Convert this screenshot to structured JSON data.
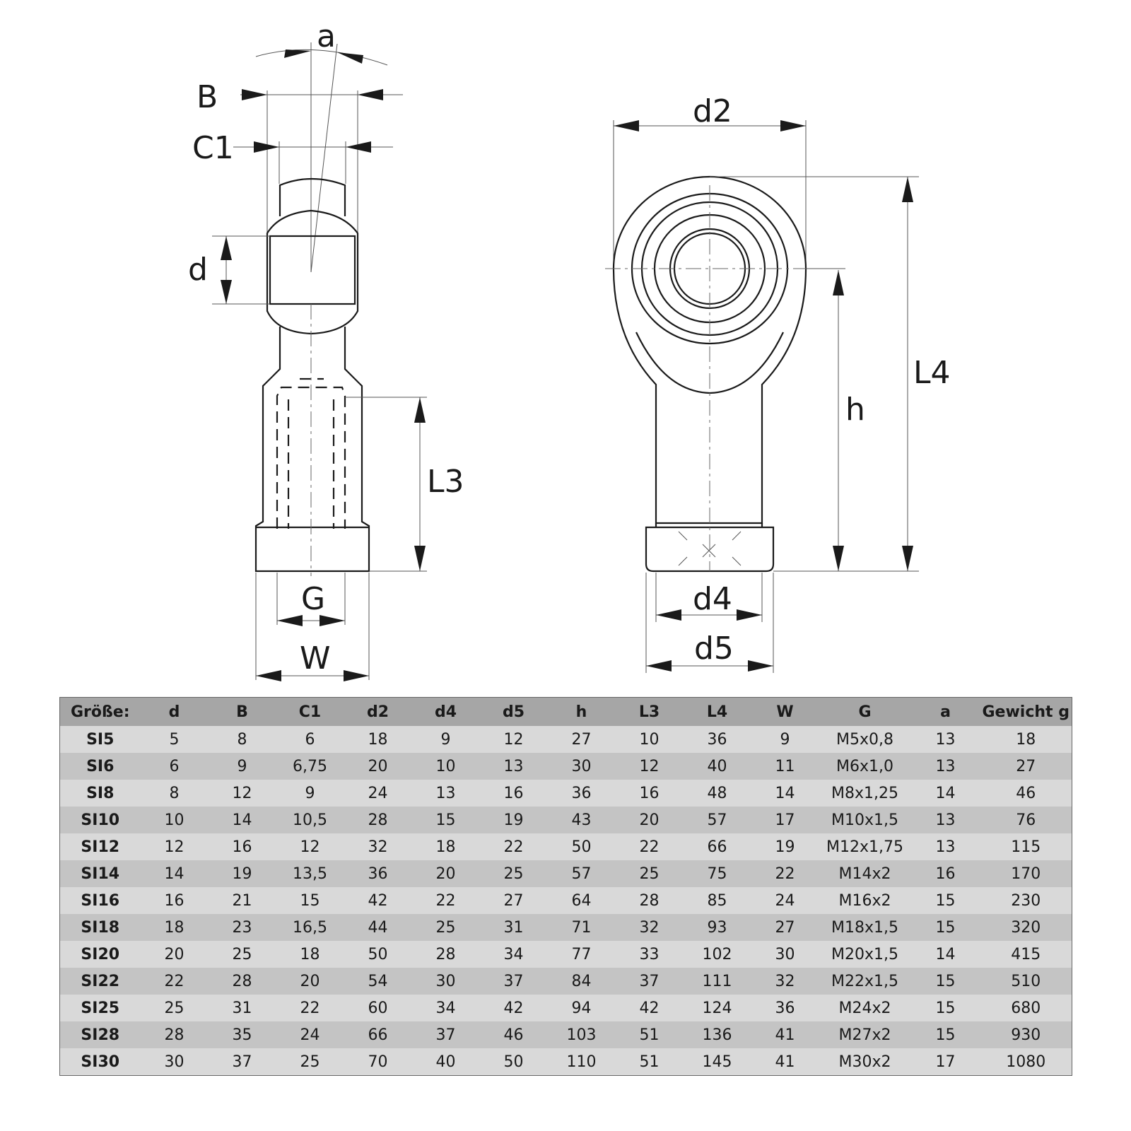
{
  "drawing": {
    "labels": {
      "a": "a",
      "B": "B",
      "C1": "C1",
      "d": "d",
      "L3": "L3",
      "G": "G",
      "W": "W",
      "d2": "d2",
      "h": "h",
      "L4": "L4",
      "d4": "d4",
      "d5": "d5"
    }
  },
  "table": {
    "headers": [
      "Größe:",
      "d",
      "B",
      "C1",
      "d2",
      "d4",
      "d5",
      "h",
      "L3",
      "L4",
      "W",
      "G",
      "a",
      "Gewicht g"
    ],
    "rows": [
      [
        "SI5",
        "5",
        "8",
        "6",
        "18",
        "9",
        "12",
        "27",
        "10",
        "36",
        "9",
        "M5x0,8",
        "13",
        "18"
      ],
      [
        "SI6",
        "6",
        "9",
        "6,75",
        "20",
        "10",
        "13",
        "30",
        "12",
        "40",
        "11",
        "M6x1,0",
        "13",
        "27"
      ],
      [
        "SI8",
        "8",
        "12",
        "9",
        "24",
        "13",
        "16",
        "36",
        "16",
        "48",
        "14",
        "M8x1,25",
        "14",
        "46"
      ],
      [
        "SI10",
        "10",
        "14",
        "10,5",
        "28",
        "15",
        "19",
        "43",
        "20",
        "57",
        "17",
        "M10x1,5",
        "13",
        "76"
      ],
      [
        "SI12",
        "12",
        "16",
        "12",
        "32",
        "18",
        "22",
        "50",
        "22",
        "66",
        "19",
        "M12x1,75",
        "13",
        "115"
      ],
      [
        "SI14",
        "14",
        "19",
        "13,5",
        "36",
        "20",
        "25",
        "57",
        "25",
        "75",
        "22",
        "M14x2",
        "16",
        "170"
      ],
      [
        "SI16",
        "16",
        "21",
        "15",
        "42",
        "22",
        "27",
        "64",
        "28",
        "85",
        "24",
        "M16x2",
        "15",
        "230"
      ],
      [
        "SI18",
        "18",
        "23",
        "16,5",
        "44",
        "25",
        "31",
        "71",
        "32",
        "93",
        "27",
        "M18x1,5",
        "15",
        "320"
      ],
      [
        "SI20",
        "20",
        "25",
        "18",
        "50",
        "28",
        "34",
        "77",
        "33",
        "102",
        "30",
        "M20x1,5",
        "14",
        "415"
      ],
      [
        "SI22",
        "22",
        "28",
        "20",
        "54",
        "30",
        "37",
        "84",
        "37",
        "111",
        "32",
        "M22x1,5",
        "15",
        "510"
      ],
      [
        "SI25",
        "25",
        "31",
        "22",
        "60",
        "34",
        "42",
        "94",
        "42",
        "124",
        "36",
        "M24x2",
        "15",
        "680"
      ],
      [
        "SI28",
        "28",
        "35",
        "24",
        "66",
        "37",
        "46",
        "103",
        "51",
        "136",
        "41",
        "M27x2",
        "15",
        "930"
      ],
      [
        "SI30",
        "30",
        "37",
        "25",
        "70",
        "40",
        "50",
        "110",
        "51",
        "145",
        "41",
        "M30x2",
        "17",
        "1080"
      ]
    ]
  }
}
